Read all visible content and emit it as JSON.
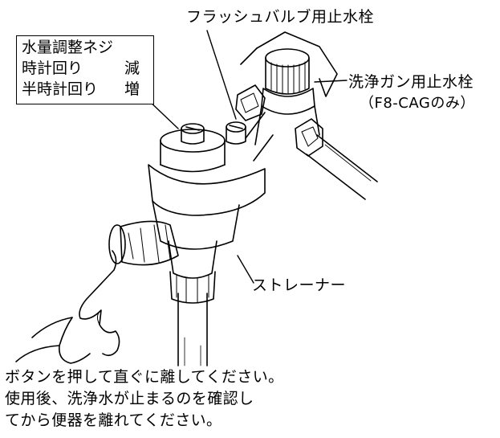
{
  "labels": {
    "flush_valve_stop": "フラッシュバルブ用止水栓",
    "wash_gun_stop": "洗浄ガン用止水栓",
    "wash_gun_note": "（F8-CAGのみ）",
    "strainer": "ストレーナー"
  },
  "adjust_box": {
    "title": "水量調整ネジ",
    "clockwise": "時計回り",
    "clockwise_effect": "減",
    "counterclockwise": "半時計回り",
    "counterclockwise_effect": "増"
  },
  "instructions": [
    "ボタンを押して直ぐに離してください。",
    "使用後、洗浄水が止まるのを確認し",
    "てから便器を離れてください。"
  ]
}
